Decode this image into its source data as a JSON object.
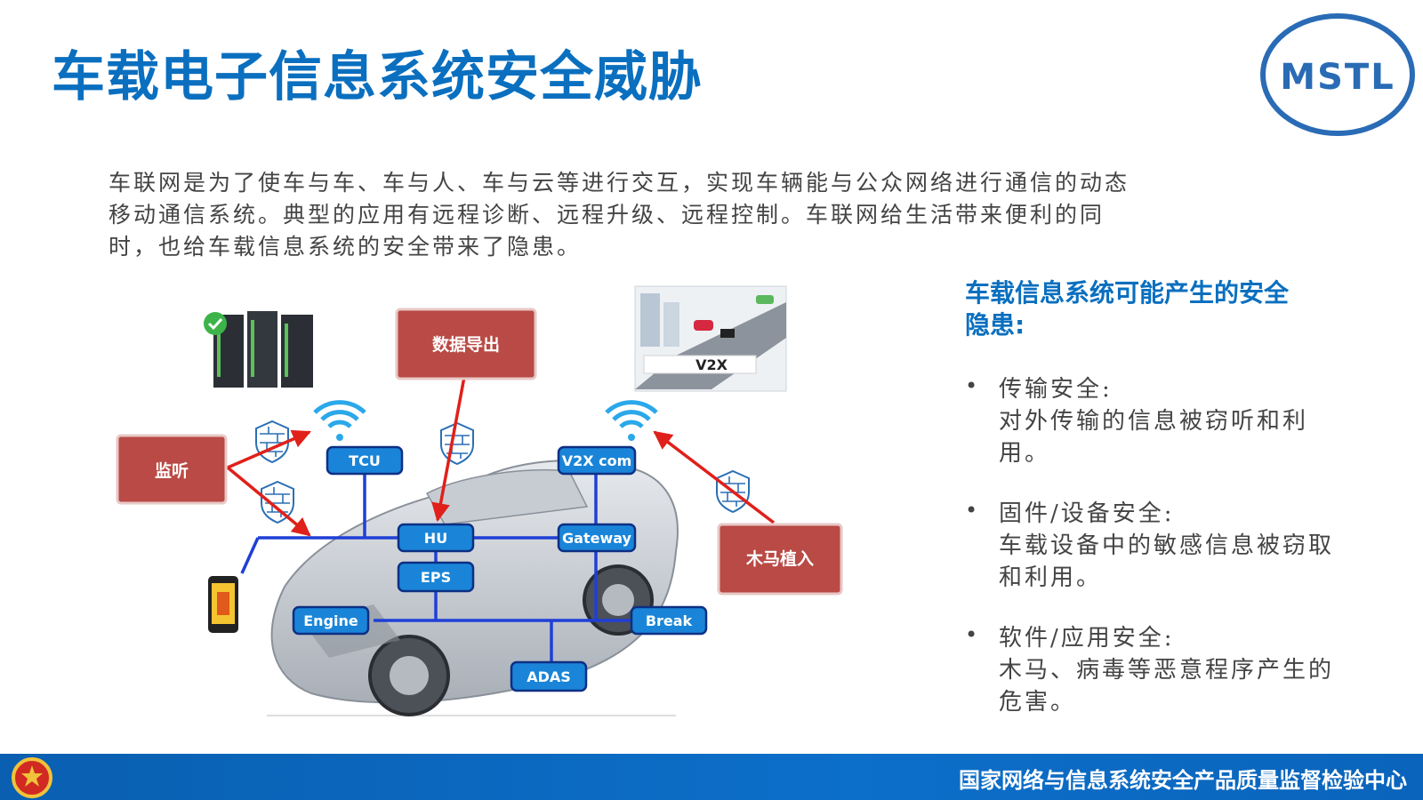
{
  "header": {
    "title": "车载电子信息系统安全威胁",
    "logo_text": "MSTL"
  },
  "intro": "车联网是为了使车与车、车与人、车与云等进行交互，实现车辆能与公众网络进行通信的动态移动通信系统。典型的应用有远程诊断、远程升级、远程控制。车联网给生活带来便利的同时，也给车载信息系统的安全带来了隐患。",
  "diagram": {
    "attacks": {
      "listen": "监听",
      "export": "数据导出",
      "trojan": "木马植入"
    },
    "nodes": {
      "tcu": "TCU",
      "v2x_com": "V2X com",
      "hu": "HU",
      "gateway": "Gateway",
      "eps": "EPS",
      "engine": "Engine",
      "break": "Break",
      "adas": "ADAS"
    },
    "v2x_image_label": "V2X"
  },
  "right_panel": {
    "heading": "车载信息系统可能产生的安全隐患:",
    "threats": [
      {
        "name": "传输安全:",
        "desc": "对外传输的信息被窃听和利用。"
      },
      {
        "name": "固件/设备安全:",
        "desc": "车载设备中的敏感信息被窃取和利用。"
      },
      {
        "name": "软件/应用安全:",
        "desc": "木马、病毒等恶意程序产生的危害。"
      }
    ]
  },
  "footer": {
    "org": "国家网络与信息系统安全产品质量监督检验中心"
  },
  "colors": {
    "title_blue": "#0a6fbf",
    "attack_red": "#b94a45",
    "node_blue": "#1a85d8",
    "footer_blue": "#0c6fca"
  }
}
